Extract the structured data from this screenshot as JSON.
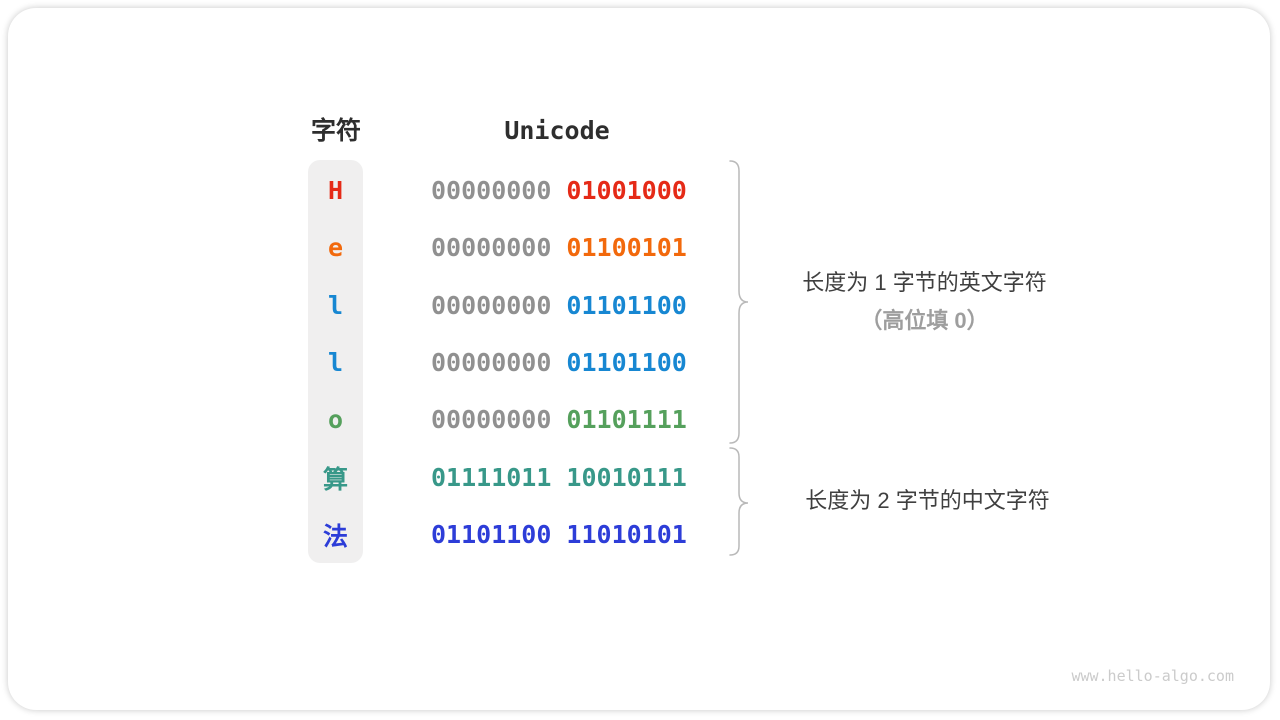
{
  "table": {
    "headers": {
      "char": "字符",
      "encoding": "Unicode"
    },
    "rows": [
      {
        "char": "H",
        "color": "#e52a17",
        "byte1": "00000000",
        "byte1_color": "#909090",
        "byte2": "01001000"
      },
      {
        "char": "e",
        "color": "#f2690c",
        "byte1": "00000000",
        "byte1_color": "#909090",
        "byte2": "01100101"
      },
      {
        "char": "l",
        "color": "#1787d2",
        "byte1": "00000000",
        "byte1_color": "#909090",
        "byte2": "01101100"
      },
      {
        "char": "l",
        "color": "#1787d2",
        "byte1": "00000000",
        "byte1_color": "#909090",
        "byte2": "01101100"
      },
      {
        "char": "o",
        "color": "#55a05c",
        "byte1": "00000000",
        "byte1_color": "#909090",
        "byte2": "01101111"
      },
      {
        "char": "算",
        "color": "#389889",
        "byte1": "01111011",
        "byte1_color": "#389889",
        "byte2": "10010111"
      },
      {
        "char": "法",
        "color": "#2d3dd8",
        "byte1": "01101100",
        "byte1_color": "#2d3dd8",
        "byte2": "11010101"
      }
    ]
  },
  "annotations": {
    "english": {
      "line1": "长度为 1 字节的英文字符",
      "line2": "（高位填 0）"
    },
    "chinese": {
      "line1": "长度为 2 字节的中文字符"
    }
  },
  "watermark": "www.hello-algo.com",
  "colors": {
    "gray_byte": "#909090",
    "column_bg": "#f0efef",
    "brace": "#b9b9b9",
    "header_text": "#2e2e2e",
    "annotation_text": "#3f3f3f",
    "annotation_muted": "#9e9e9e"
  }
}
